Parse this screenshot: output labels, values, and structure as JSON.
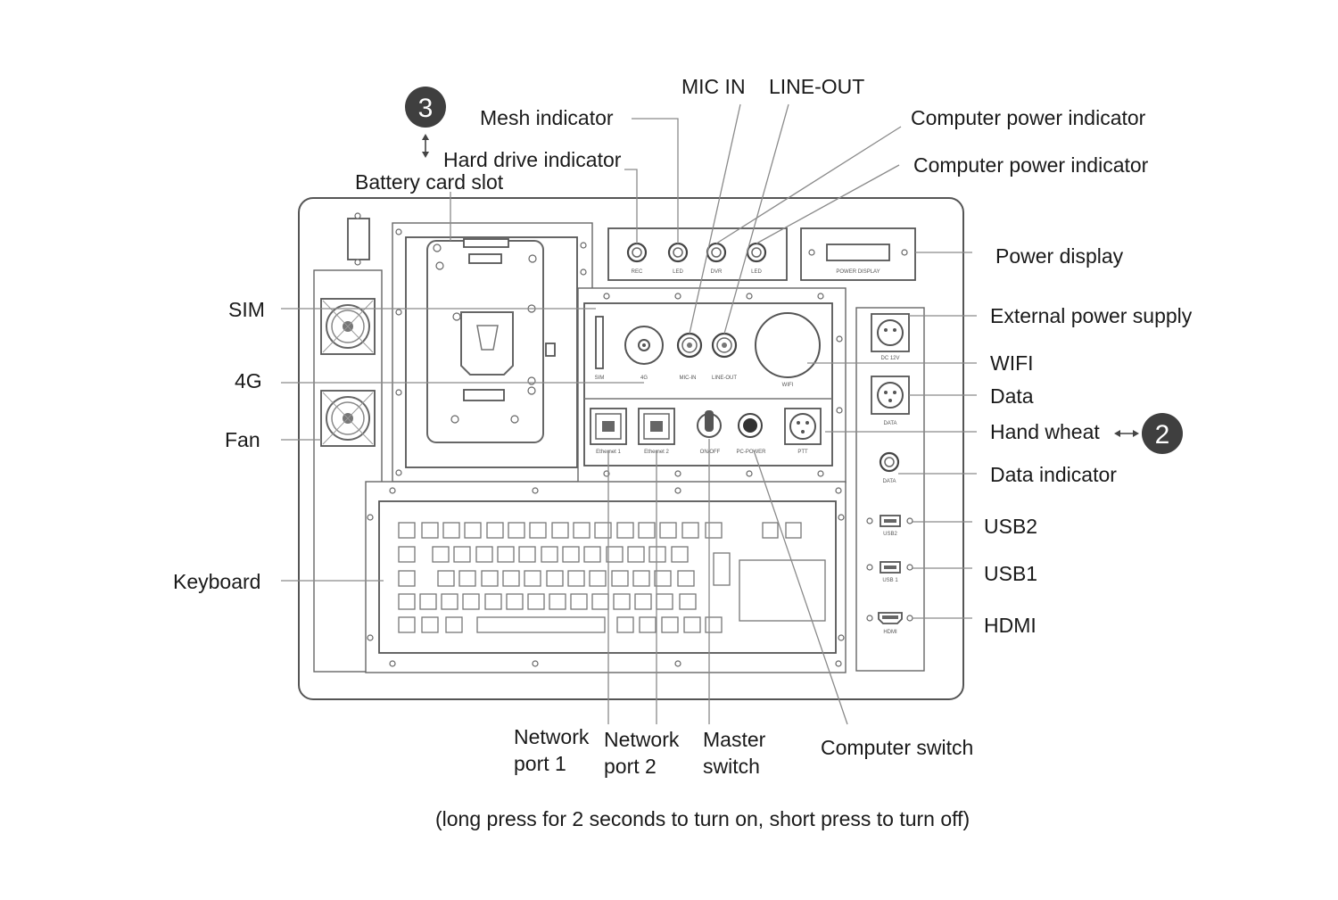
{
  "callouts": {
    "mic_in": "MIC IN",
    "line_out": "LINE-OUT",
    "mesh_indicator": "Mesh indicator",
    "computer_power_indicator_1": "Computer power indicator",
    "computer_power_indicator_2": "Computer power indicator",
    "hard_drive_indicator": "Hard drive indicator",
    "battery_card_slot": "Battery card slot",
    "sim": "SIM",
    "four_g": "4G",
    "fan": "Fan",
    "keyboard": "Keyboard",
    "power_display": "Power display",
    "external_power_supply": "External power supply",
    "wifi": "WIFI",
    "data": "Data",
    "hand_wheat": "Hand wheat",
    "data_indicator": "Data indicator",
    "usb2": "USB2",
    "usb1": "USB1",
    "hdmi": "HDMI",
    "network_port_1": [
      "Network",
      "port 1"
    ],
    "network_port_2": [
      "Network",
      "port 2"
    ],
    "master_switch": [
      "Master",
      "switch"
    ],
    "computer_switch": "Computer switch",
    "note": "(long press for 2 seconds to turn on, short press to turn off)"
  },
  "badges": {
    "badge_3": "3",
    "badge_2": "2"
  },
  "panel_marks": {
    "rec": "REC",
    "led_1": "LED",
    "dvr": "DVR",
    "led_2": "LED",
    "power_display": "POWER DISPLAY",
    "sim": "SIM",
    "four_g": "4G",
    "mic_in": "MIC-IN",
    "line_out": "LINE-OUT",
    "wifi": "WIFI",
    "ethernet_1": "Ethernet 1",
    "ethernet_2": "Ethernet 2",
    "on_off": "ON/OFF",
    "pc_power": "PC-POWER",
    "ptt": "PTT",
    "dc_12v": "DC 12V",
    "data_1": "DATA",
    "data_2": "DATA",
    "usb2": "USB2",
    "usb1": "USB 1",
    "hdmi": "HDMI"
  },
  "colors": {
    "badge_fill": "#3f3f3f",
    "line": "#8a8a8a",
    "outline": "#555555"
  },
  "icons": [
    "up-down-arrow-icon",
    "left-right-arrow-icon"
  ]
}
